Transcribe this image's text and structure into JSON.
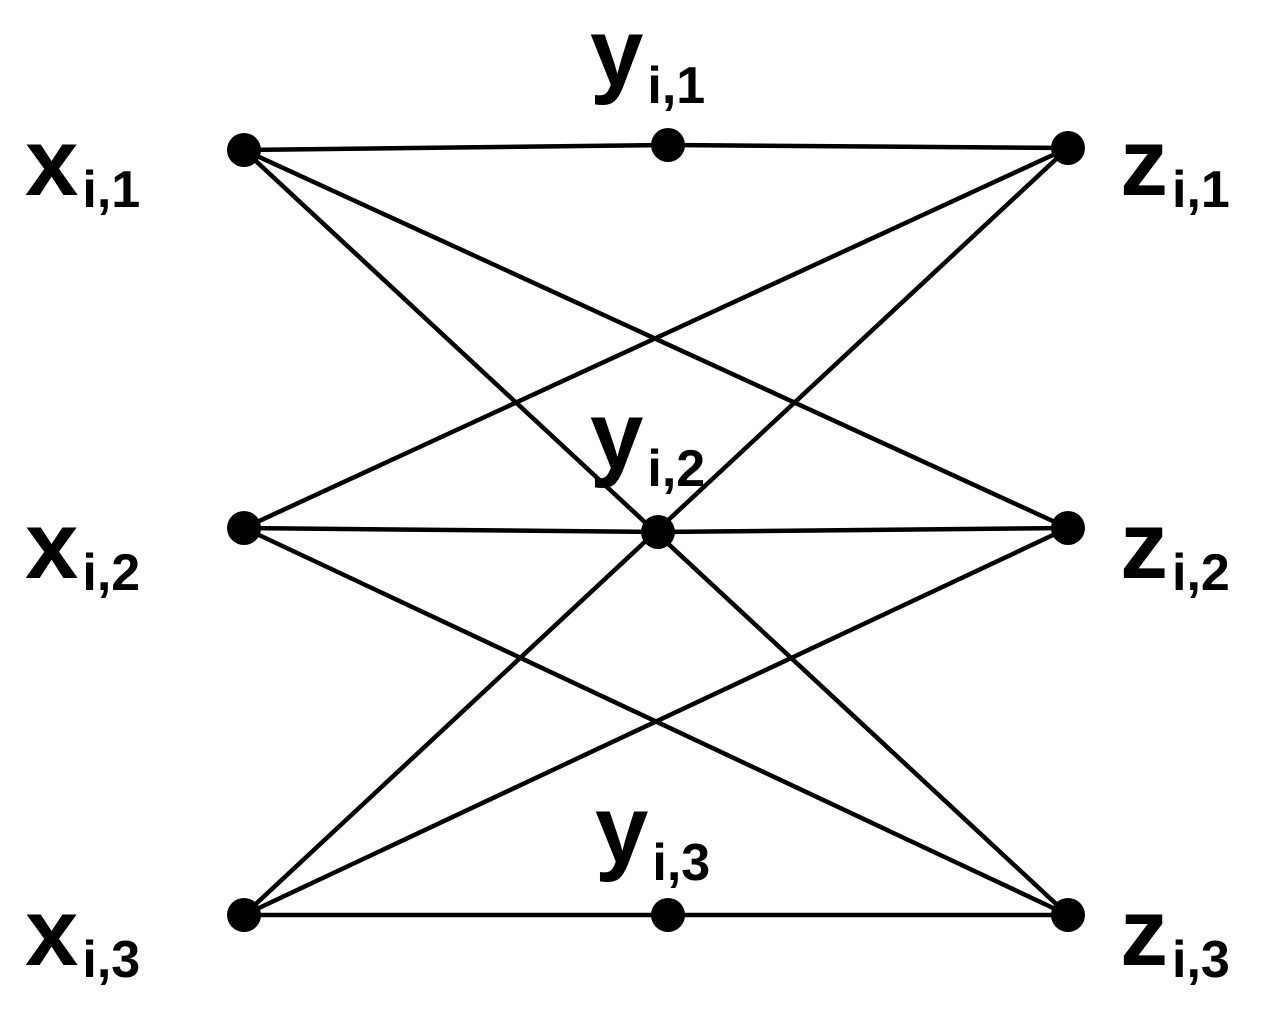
{
  "diagram": {
    "nodes": [
      {
        "id": "x1",
        "base": "x",
        "sub": "i,1"
      },
      {
        "id": "x2",
        "base": "x",
        "sub": "i,2"
      },
      {
        "id": "x3",
        "base": "x",
        "sub": "i,3"
      },
      {
        "id": "y1",
        "base": "y",
        "sub": "i,1"
      },
      {
        "id": "y2",
        "base": "y",
        "sub": "i,2"
      },
      {
        "id": "y3",
        "base": "y",
        "sub": "i,3"
      },
      {
        "id": "z1",
        "base": "z",
        "sub": "i,1"
      },
      {
        "id": "z2",
        "base": "z",
        "sub": "i,2"
      },
      {
        "id": "z3",
        "base": "z",
        "sub": "i,3"
      }
    ],
    "edges": [
      [
        "x1",
        "y1"
      ],
      [
        "y1",
        "z1"
      ],
      [
        "x2",
        "y2"
      ],
      [
        "y2",
        "z2"
      ],
      [
        "x3",
        "y3"
      ],
      [
        "y3",
        "z3"
      ],
      [
        "x1",
        "z2"
      ],
      [
        "x1",
        "z3"
      ],
      [
        "x2",
        "z1"
      ],
      [
        "x2",
        "z3"
      ],
      [
        "x3",
        "z1"
      ],
      [
        "x3",
        "z2"
      ]
    ],
    "colors": {
      "stroke": "#000000",
      "background": "#ffffff"
    }
  }
}
